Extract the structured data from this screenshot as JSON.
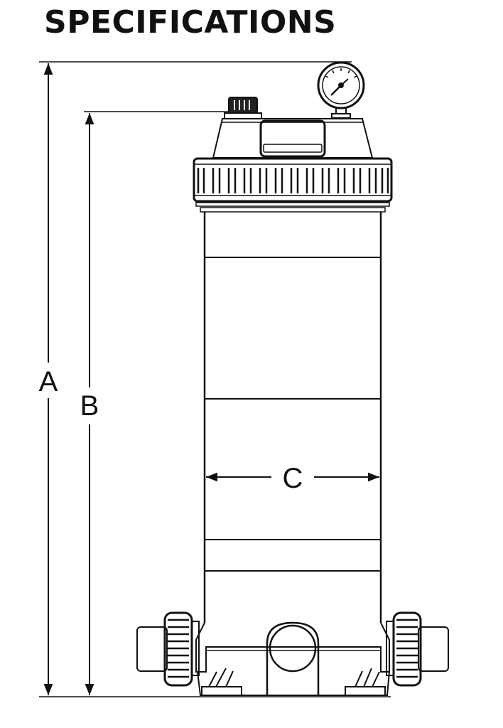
{
  "title": "SPECIFICATIONS",
  "dimensions": {
    "a": "A",
    "b": "B",
    "c": "C"
  },
  "colors": {
    "line": "#111111",
    "background": "#ffffff"
  }
}
